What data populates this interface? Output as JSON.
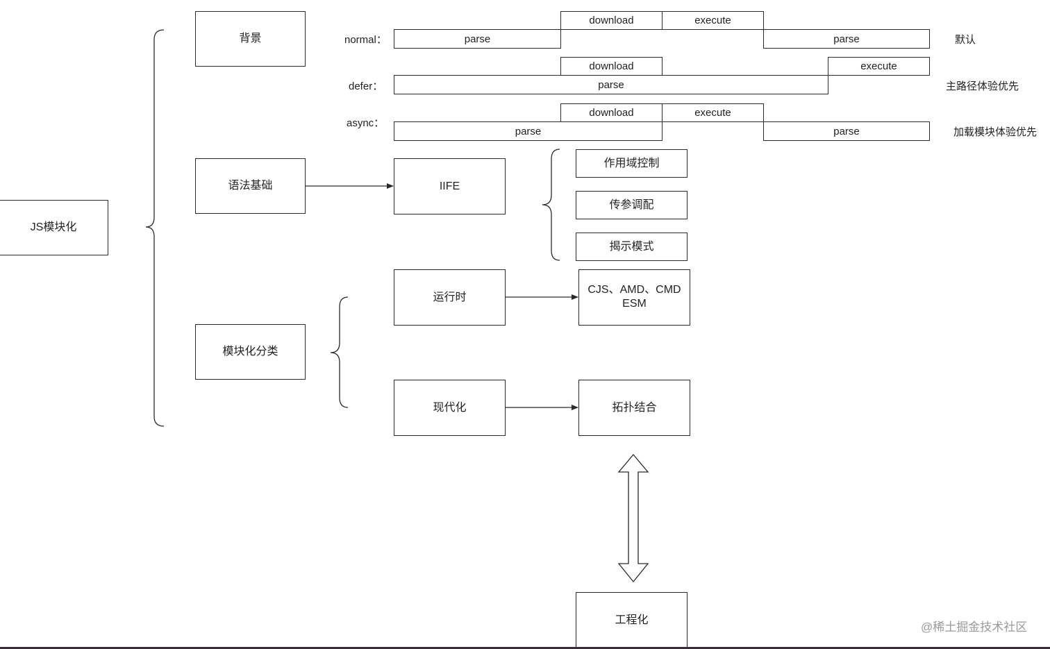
{
  "root": {
    "label": "JS模块化"
  },
  "branches": {
    "background": "背景",
    "syntax_basics": "语法基础",
    "classification": "模块化分类"
  },
  "timeline": {
    "rows": [
      {
        "label": "normal：",
        "note": "默认",
        "segments": [
          "parse",
          "download",
          "execute",
          "parse"
        ]
      },
      {
        "label": "defer：",
        "note": "主路径体验优先",
        "segments": [
          "parse",
          "download",
          "execute"
        ]
      },
      {
        "label": "async：",
        "note": "加载模块体验优先",
        "segments": [
          "parse",
          "download",
          "execute",
          "parse"
        ]
      }
    ]
  },
  "iife": {
    "label": "IIFE",
    "features": [
      "作用域控制",
      "传参调配",
      "揭示模式"
    ]
  },
  "categories": {
    "runtime": {
      "label": "运行时",
      "target": "CJS、AMD、CMD\nESM"
    },
    "modern": {
      "label": "现代化",
      "target": "拓扑结合"
    }
  },
  "engineering": {
    "label": "工程化"
  },
  "watermark": "@稀土掘金技术社区",
  "colors": {
    "stroke": "#2a2a2a",
    "text": "#222222",
    "watermark": "#9a9a9a",
    "background": "#ffffff"
  }
}
